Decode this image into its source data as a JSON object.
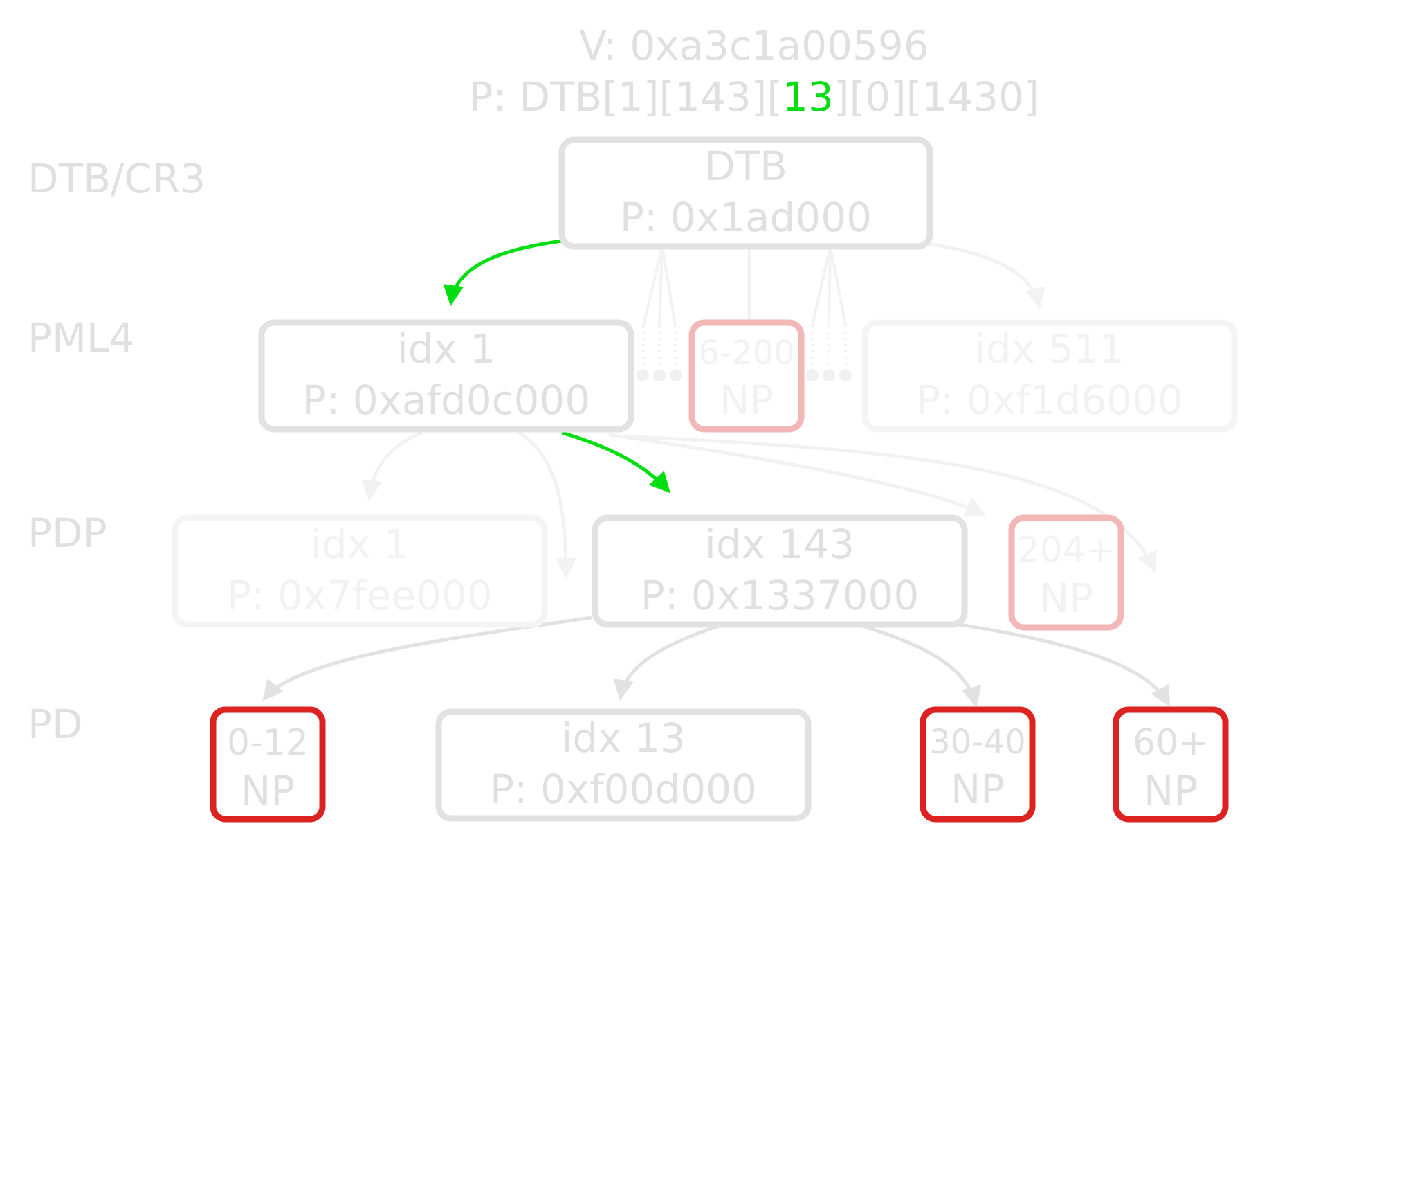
{
  "header": {
    "virtual": "V: 0xa3c1a00596",
    "physical_prefix": "P: DTB[1][143][",
    "physical_highlight": "13",
    "physical_suffix": "][0][1430]"
  },
  "levels": {
    "dtb": "DTB/CR3",
    "pml4": "PML4",
    "pdp": "PDP",
    "pd": "PD"
  },
  "nodes": {
    "dtb": {
      "line1": "DTB",
      "line2": "P: 0x1ad000"
    },
    "pml4_idx1": {
      "line1": "idx 1",
      "line2": "P: 0xafd0c000"
    },
    "pml4_np": {
      "line1": "6-200",
      "line2": "NP"
    },
    "pml4_idx511": {
      "line1": "idx 511",
      "line2": "P: 0xf1d6000"
    },
    "pdp_idx1": {
      "line1": "idx 1",
      "line2": "P: 0x7fee000"
    },
    "pdp_idx143": {
      "line1": "idx 143",
      "line2": "P: 0x1337000"
    },
    "pdp_np": {
      "line1": "204+",
      "line2": "NP"
    },
    "pd_np0": {
      "line1": "0-12",
      "line2": "NP"
    },
    "pd_idx13": {
      "line1": "idx 13",
      "line2": "P: 0xf00d000"
    },
    "pd_np30": {
      "line1": "30-40",
      "line2": "NP"
    },
    "pd_np60": {
      "line1": "60+",
      "line2": "NP"
    }
  },
  "colors": {
    "path": "#00dd11",
    "box": "#e2e2e2",
    "box_faint": "#f4f4f4",
    "np_red": "#dd2222",
    "np_faint": "#f2b8b8",
    "text": "#e0e0e0",
    "text_faint": "#f2f2f2"
  }
}
